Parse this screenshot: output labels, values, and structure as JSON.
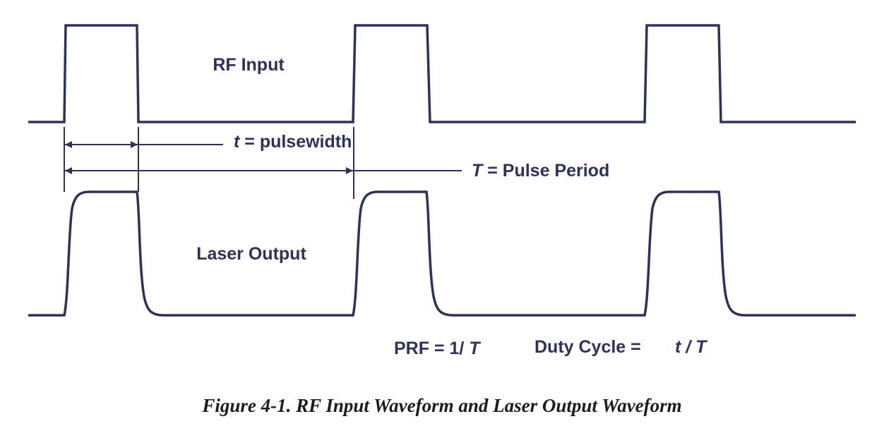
{
  "colors": {
    "line": "#2e3158",
    "text": "#2e3158",
    "caption": "#1c1c1c",
    "background": "#ffffff"
  },
  "diagram": {
    "rf_label": "RF Input",
    "laser_label": "Laser Output",
    "pulsewidth": {
      "symbol": "t",
      "text": " = pulsewidth"
    },
    "period": {
      "symbol": "T",
      "text": " = Pulse Period"
    },
    "prf": {
      "text": "PRF = 1/ ",
      "symbol": "T"
    },
    "duty_cycle": {
      "label": "Duty Cycle =",
      "numerator": "t",
      "slash": " / ",
      "denominator": "T"
    }
  },
  "caption": "Figure 4-1.  RF Input Waveform and Laser Output Waveform"
}
